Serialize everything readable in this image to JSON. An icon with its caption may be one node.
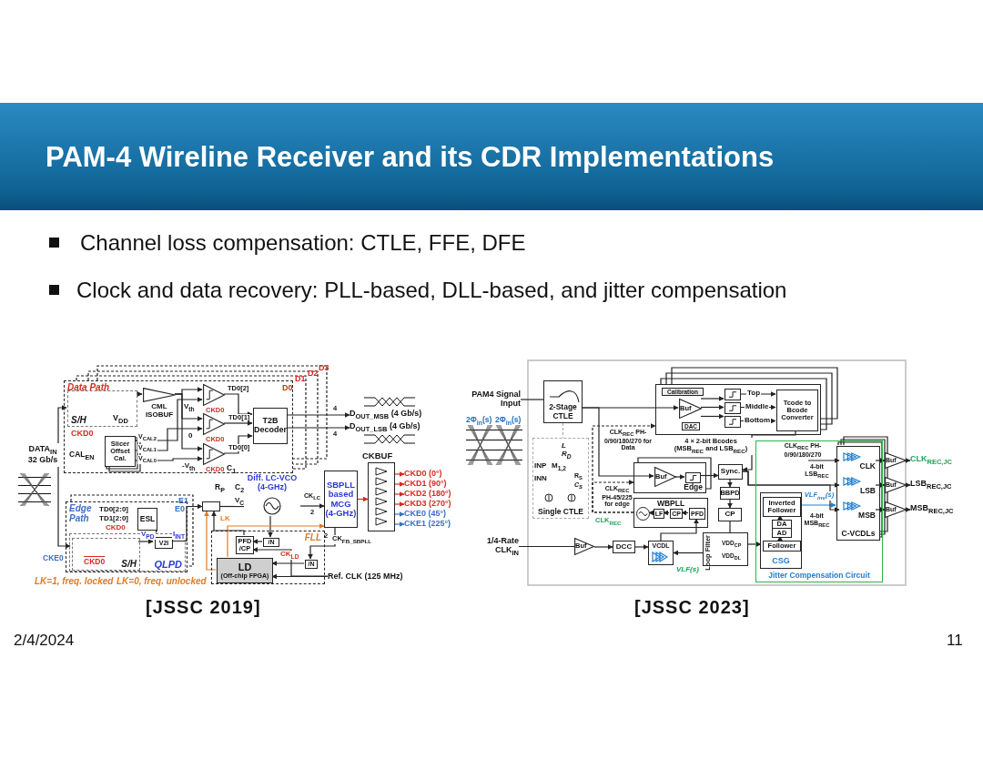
{
  "diagram": {
    "title": "PAM-4 Wireline Receiver and its CDR Implementations",
    "nodes": [
      {
        "text": [
          "Data Path"
        ]
      },
      {
        "text": [
          "S/H"
        ],
        "in": 0
      },
      {
        "text": [
          "CML ISOBUF"
        ],
        "in": 0
      },
      {
        "text": [
          "Slicer Offset Cal."
        ],
        "in": 0
      },
      {
        "text": [],
        "shape": "triangle",
        "in": 0
      },
      {
        "text": [],
        "shape": "triangle",
        "in": 0
      },
      {
        "text": [],
        "shape": "triangle",
        "in": 0
      },
      {
        "text": [
          "T2B Decoder"
        ],
        "in": 0
      },
      {
        "text": [
          "Edge Path"
        ]
      },
      {
        "text": [
          "QLPD"
        ],
        "in": 8
      },
      {
        "text": [
          "ESL"
        ],
        "in": 8
      },
      {
        "text": [
          "S/H"
        ],
        "in": 9
      },
      {
        "text": [
          "V2I"
        ],
        "in": 9
      },
      {
        "text": [],
        "shape": "box"
      },
      {
        "text": [
          "Diff. LC-VCO (4-GHz)"
        ]
      },
      {
        "text": [
          "SBPLL based MCG (4-GHz)"
        ]
      },
      {
        "text": [
          "CKBUF"
        ]
      },
      {
        "text": [
          "FLL"
        ]
      },
      {
        "text": [
          "PFD /CP"
        ],
        "in": 17
      },
      {
        "text": [
          "/N"
        ],
        "in": 17
      },
      {
        "text": [
          "LD",
          "(Off-chip FPGA)"
        ],
        "in": 17
      },
      {
        "text": [
          "/N"
        ],
        "in": 17
      },
      {
        "text": [
          "CKD0 (0°)"
        ]
      },
      {
        "text": [
          "CKD1 (90°)"
        ]
      },
      {
        "text": [
          "CKD2 (180°)"
        ]
      },
      {
        "text": [
          "CKD3 (270°)"
        ]
      },
      {
        "text": [
          "CKE0 (45°)"
        ]
      },
      {
        "text": [
          "CKE1 (225°)"
        ]
      },
      {
        "text": [
          "D$_{OUT_MSB}$ (4 Gb/s)"
        ]
      },
      {
        "text": [
          "D$_{OUT_LSB}$ (4 Gb/s)"
        ]
      },
      {
        "text": [
          "DATA$_{IN}$ 32 Gb/s"
        ]
      },
      {
        "text": [
          "Ref. CLK (125 MHz)"
        ]
      },
      {
        "text": [
          "PAM4 Signal Input"
        ]
      },
      {
        "text": [
          "2-Stage CTLE"
        ]
      },
      {
        "text": [
          "Single CTLE"
        ]
      },
      {
        "text": [],
        "shape": "box"
      },
      {
        "text": [
          "Calibration"
        ],
        "in": 35
      },
      {
        "text": [
          "Buf"
        ],
        "in": 35
      },
      {
        "text": [
          "DAC"
        ],
        "in": 35
      },
      {
        "text": [],
        "shape": "box",
        "in": 35
      },
      {
        "text": [],
        "shape": "box",
        "in": 35
      },
      {
        "text": [],
        "shape": "box",
        "in": 35
      },
      {
        "text": [
          "Tcode to Bcode Converter"
        ],
        "in": 35
      },
      {
        "text": [
          "Edge"
        ]
      },
      {
        "text": [
          "Buf"
        ],
        "in": 43
      },
      {
        "text": [],
        "shape": "box",
        "in": 43
      },
      {
        "text": [
          "WBPLL"
        ]
      },
      {
        "text": [],
        "shape": "circle",
        "in": 46
      },
      {
        "text": [
          "LF"
        ],
        "in": 46
      },
      {
        "text": [
          "CP"
        ],
        "in": 46
      },
      {
        "text": [
          "PFD"
        ],
        "in": 46
      },
      {
        "text": [
          "Sync."
        ]
      },
      {
        "text": [
          "BBPD"
        ]
      },
      {
        "text": [
          "CP"
        ]
      },
      {
        "text": [
          "Loop Filter"
        ]
      },
      {
        "text": [
          "1/4-Rate CLK$_{IN}$"
        ]
      },
      {
        "text": [
          "Buf"
        ]
      },
      {
        "text": [
          "DCC"
        ]
      },
      {
        "text": [
          "VCDL"
        ]
      },
      {
        "text": [
          "Jitter Compensation Circuit"
        ]
      },
      {
        "text": [
          "CSG"
        ],
        "in": 59
      },
      {
        "text": [
          "Inverted Follower"
        ],
        "in": 60
      },
      {
        "text": [
          "DA",
          "AD"
        ],
        "in": 60
      },
      {
        "text": [
          "Follower"
        ],
        "in": 60
      },
      {
        "text": [
          "C-VCDLs"
        ],
        "in": 59
      },
      {
        "text": [
          "CLK"
        ],
        "in": 64
      },
      {
        "text": [
          "LSB"
        ],
        "in": 64
      },
      {
        "text": [
          "MSB"
        ],
        "in": 64
      },
      {
        "text": [
          "Buf"
        ]
      },
      {
        "text": [
          "Buf"
        ]
      },
      {
        "text": [
          "Buf"
        ]
      },
      {
        "text": [
          "CLK$_{REC,JC}$"
        ]
      },
      {
        "text": [
          "LSB$_{REC,JC}$"
        ]
      },
      {
        "text": [
          "MSB$_{REC,JC}$"
        ]
      }
    ],
    "edges": [
      {
        "from": 30,
        "to": 1,
        "arrow": "to"
      },
      {
        "from": 30,
        "to": 11,
        "arrow": "to"
      },
      {
        "from": 1,
        "to": 2,
        "arrow": "to"
      },
      {
        "from": 2,
        "to": 4,
        "arrow": "to"
      },
      {
        "from": 2,
        "to": 5,
        "arrow": "to"
      },
      {
        "from": 2,
        "to": 6,
        "arrow": "to"
      },
      {
        "from": 3,
        "to": 4,
        "arrow": "to",
        "label": "V$_{CAL2}$"
      },
      {
        "from": 3,
        "to": 5,
        "arrow": "to",
        "label": "V$_{CAL1}$"
      },
      {
        "from": 3,
        "to": 6,
        "arrow": "to",
        "label": "V$_{CAL0}$"
      },
      {
        "from": 4,
        "to": 7,
        "arrow": "to",
        "label": "TD0[2]"
      },
      {
        "from": 5,
        "to": 7,
        "arrow": "to",
        "label": "TD0[1]"
      },
      {
        "from": 6,
        "to": 7,
        "arrow": "to",
        "label": "TD0[0]"
      },
      {
        "from": 7,
        "to": 28,
        "arrow": "to"
      },
      {
        "from": 7,
        "to": 29,
        "arrow": "to"
      },
      {
        "from": 10,
        "to": 12,
        "arrow": "to"
      },
      {
        "from": 11,
        "to": 12,
        "arrow": "to",
        "label": "V$_{PD}$"
      },
      {
        "from": 12,
        "to": 13,
        "arrow": "to",
        "label": "I$_{INT}$"
      },
      {
        "from": 13,
        "to": 14,
        "arrow": "none",
        "label": "V$_{C}$"
      },
      {
        "from": 14,
        "to": 15,
        "arrow": "to",
        "label": "CK$_{LC}$"
      },
      {
        "from": 15,
        "to": 16,
        "arrow": "to",
        "color": "#d42a20"
      },
      {
        "from": 16,
        "to": 22,
        "arrow": "to",
        "color": "#d42a20"
      },
      {
        "from": 16,
        "to": 23,
        "arrow": "to",
        "color": "#d42a20"
      },
      {
        "from": 16,
        "to": 24,
        "arrow": "to",
        "color": "#d42a20"
      },
      {
        "from": 16,
        "to": 25,
        "arrow": "to",
        "color": "#d42a20"
      },
      {
        "from": 16,
        "to": 26,
        "arrow": "to",
        "color": "#3a6fc4"
      },
      {
        "from": 16,
        "to": 27,
        "arrow": "to",
        "color": "#3a6fc4"
      },
      {
        "from": 14,
        "to": 19,
        "arrow": "to"
      },
      {
        "from": 19,
        "to": 18,
        "arrow": "to"
      },
      {
        "from": 18,
        "to": 13,
        "arrow": "to"
      },
      {
        "from": 20,
        "to": 13,
        "arrow": "to",
        "label": "LK",
        "color": "#e07b24"
      },
      {
        "from": 20,
        "to": 15,
        "arrow": "to",
        "color": "#e07b24"
      },
      {
        "from": 15,
        "to": 21,
        "arrow": "to",
        "label": "CK$_{FB_SBPLL}$"
      },
      {
        "from": 21,
        "to": 20,
        "arrow": "to",
        "label": "CK$_{LD}$"
      },
      {
        "from": 31,
        "to": 20,
        "arrow": "to"
      },
      {
        "from": 31,
        "to": 18,
        "arrow": "to"
      },
      {
        "from": 32,
        "to": 33,
        "arrow": "none"
      },
      {
        "from": 33,
        "to": 34,
        "arrow": "none",
        "style": "dashed",
        "color": "#aaaaaa"
      },
      {
        "from": 33,
        "to": 37,
        "arrow": "to"
      },
      {
        "from": 33,
        "to": 44,
        "arrow": "to"
      },
      {
        "from": 37,
        "to": 39,
        "arrow": "to"
      },
      {
        "from": 37,
        "to": 40,
        "arrow": "to"
      },
      {
        "from": 37,
        "to": 41,
        "arrow": "to"
      },
      {
        "from": 39,
        "to": 42,
        "arrow": "to",
        "label": "Top"
      },
      {
        "from": 40,
        "to": 42,
        "arrow": "to",
        "label": "Middle"
      },
      {
        "from": 41,
        "to": 42,
        "arrow": "to",
        "label": "Bottom"
      },
      {
        "from": 46,
        "to": 35,
        "arrow": "to",
        "style": "dashed",
        "label": "CLK$_{REC}$ PH-0/90/180/270 for Data"
      },
      {
        "from": 46,
        "to": 43,
        "arrow": "to",
        "style": "dashed",
        "label": "CLK$_{REC}$ PH-45/225 for edge"
      },
      {
        "from": 44,
        "to": 45,
        "arrow": "to"
      },
      {
        "from": 45,
        "to": 51,
        "arrow": "to"
      },
      {
        "from": 42,
        "to": 51,
        "arrow": "to",
        "label": "4 × 2-bit Bcodes (MSB$_{REC}$ and LSB$_{REC}$)"
      },
      {
        "from": 51,
        "to": 52,
        "arrow": "to"
      },
      {
        "from": 52,
        "to": 53,
        "arrow": "to"
      },
      {
        "from": 53,
        "to": 54,
        "arrow": "none"
      },
      {
        "from": 54,
        "to": 58,
        "arrow": "to",
        "label": "VLF(s)"
      },
      {
        "from": 54,
        "to": 63,
        "arrow": "to"
      },
      {
        "from": 63,
        "to": 62,
        "arrow": "to"
      },
      {
        "from": 62,
        "to": 61,
        "arrow": "to"
      },
      {
        "from": 61,
        "to": 64,
        "arrow": "to",
        "label": "VLF$_{inv}$(s)",
        "color": "#1f7fd0"
      },
      {
        "from": 51,
        "to": 66,
        "arrow": "to",
        "label": "4-bit LSB$_{REC}$"
      },
      {
        "from": 51,
        "to": 67,
        "arrow": "to",
        "label": "4-bit MSB$_{REC}$"
      },
      {
        "from": null,
        "to": 65,
        "arrow": "to",
        "label": "CLK$_{REC}$ PH-0/90/180/270"
      },
      {
        "from": 65,
        "to": 68,
        "arrow": "to"
      },
      {
        "from": 66,
        "to": 69,
        "arrow": "to"
      },
      {
        "from": 67,
        "to": 70,
        "arrow": "to"
      },
      {
        "from": 68,
        "to": 71,
        "arrow": "to"
      },
      {
        "from": 69,
        "to": 72,
        "arrow": "to"
      },
      {
        "from": 70,
        "to": 73,
        "arrow": "to"
      },
      {
        "from": 55,
        "to": 56,
        "arrow": "none"
      },
      {
        "from": 56,
        "to": 57,
        "arrow": "to"
      },
      {
        "from": 57,
        "to": 58,
        "arrow": "to"
      },
      {
        "from": 58,
        "to": 50,
        "arrow": "to"
      },
      {
        "from": 50,
        "to": 49,
        "arrow": "to"
      },
      {
        "from": 49,
        "to": 48,
        "arrow": "to"
      },
      {
        "from": 48,
        "to": 47,
        "arrow": "to"
      }
    ],
    "labels": [
      "Channel loss compensation: CTLE, FFE, DFE",
      "Clock and data recovery: PLL-based, DLL-based, and jitter compensation",
      "D3",
      "D2",
      "D1",
      "D0",
      "V$_{DD}$",
      "CKD0",
      "V$_{th}$",
      "CKD0",
      "0",
      "CKD0",
      "-V$_{th}$",
      "CKD0",
      "CAL$_{EN}$",
      "4",
      "4",
      "E1",
      "E0",
      "C$_{1}$",
      "R$_{P}$",
      "C$_{2}$",
      "TD0[2:0]",
      "TD1[2:0]",
      "CKD0",
      "2",
      "2",
      "CKE0",
      "CKD0",
      "LK=1, freq. locked",
      "LK=0, freq. unlocked",
      "2Φ$_{in}$(s)",
      "2Φ$_{in}$(s)",
      "L",
      "R$_{D}$",
      "INP",
      "M$_{1,2}$",
      "INN",
      "R$_{S}$",
      "C$_{S}$",
      "CLK$_{REC}$",
      "VDD$_{CP}$",
      "VDD$_{DL}$",
      "[JSSC 2019]",
      "[JSSC 2023]",
      "2/4/2024",
      "11"
    ]
  }
}
